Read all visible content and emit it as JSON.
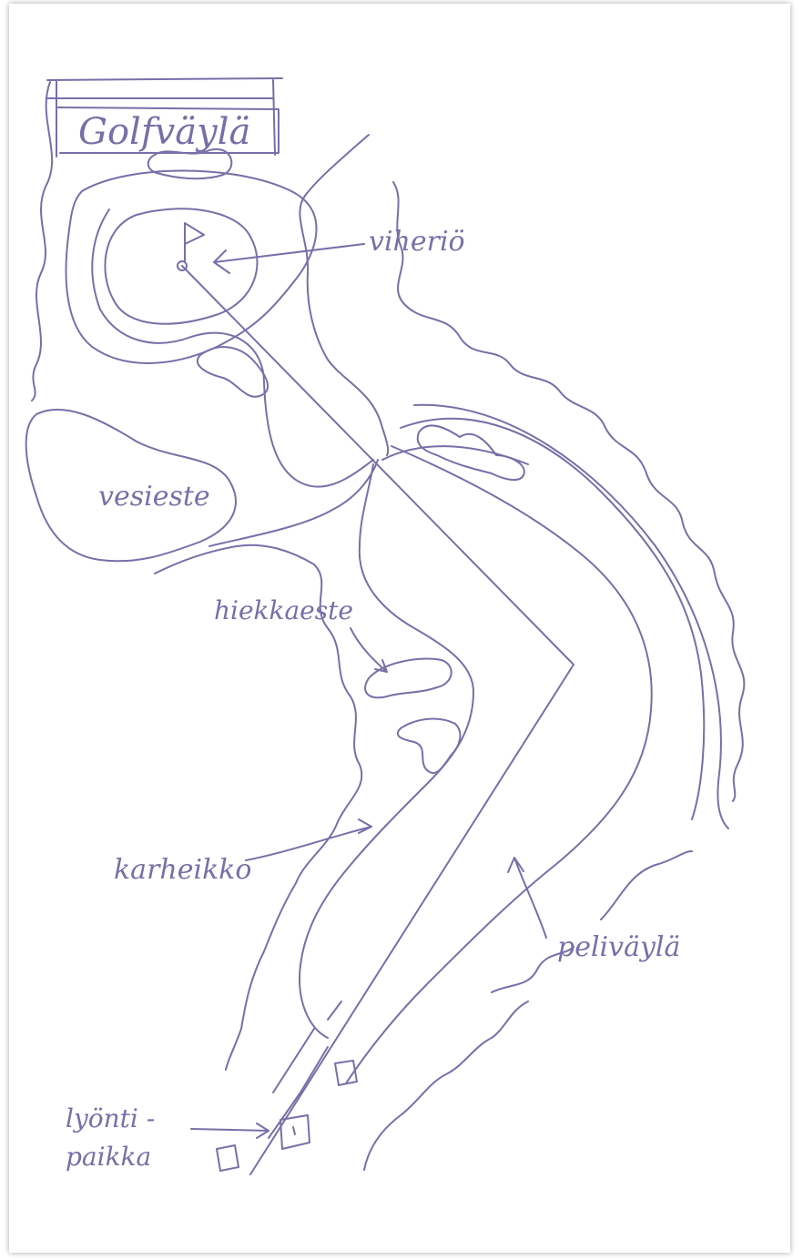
{
  "diagram": {
    "title": "Golfväylä",
    "ink_color": "#7a6ea8",
    "labels": {
      "green": "viheriö",
      "water_hazard": "vesieste",
      "bunker": "hiekkaeste",
      "rough": "karheikko",
      "fairway": "peliväylä",
      "tee_line1": "lyönti -",
      "tee_line2": "paikka"
    }
  }
}
